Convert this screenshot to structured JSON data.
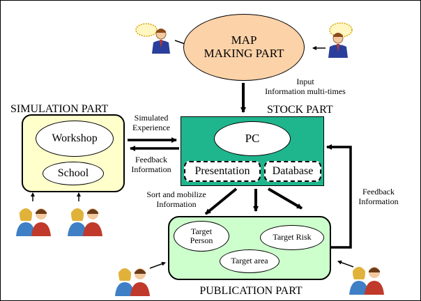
{
  "colors": {
    "map_fill": "#fcd2a8",
    "simulation_fill": "#ffffcc",
    "stock_fill": "#1fb58d",
    "publication_fill": "#ccffcc",
    "line": "#000000"
  },
  "map_part": {
    "line1": "MAP",
    "line2": "MAKING PART"
  },
  "input_note": {
    "line1": "Input",
    "line2": "Information multi-times"
  },
  "simulation_part": {
    "title": "SIMULATION PART",
    "workshop": "Workshop",
    "school": "School"
  },
  "stock_part": {
    "title": "STOCK PART",
    "pc": "PC",
    "presentation": "Presentation",
    "database": "Database"
  },
  "simulated_experience": {
    "line1": "Simulated",
    "line2": "Experience"
  },
  "feedback_left": {
    "line1": "Feedback",
    "line2": "Information"
  },
  "feedback_right": {
    "line1": "Feedback",
    "line2": "Information"
  },
  "sort_note": {
    "line1": "Sort and mobilize",
    "line2": "Information"
  },
  "publication_part": {
    "title": "PUBLICATION PART",
    "target_person_line1": "Target",
    "target_person_line2": "Person",
    "target_risk": "Target Risk",
    "target_area": "Target area"
  },
  "icons": {
    "speaker": "businessman-speaking-icon",
    "couple": "man-and-woman-icon"
  }
}
